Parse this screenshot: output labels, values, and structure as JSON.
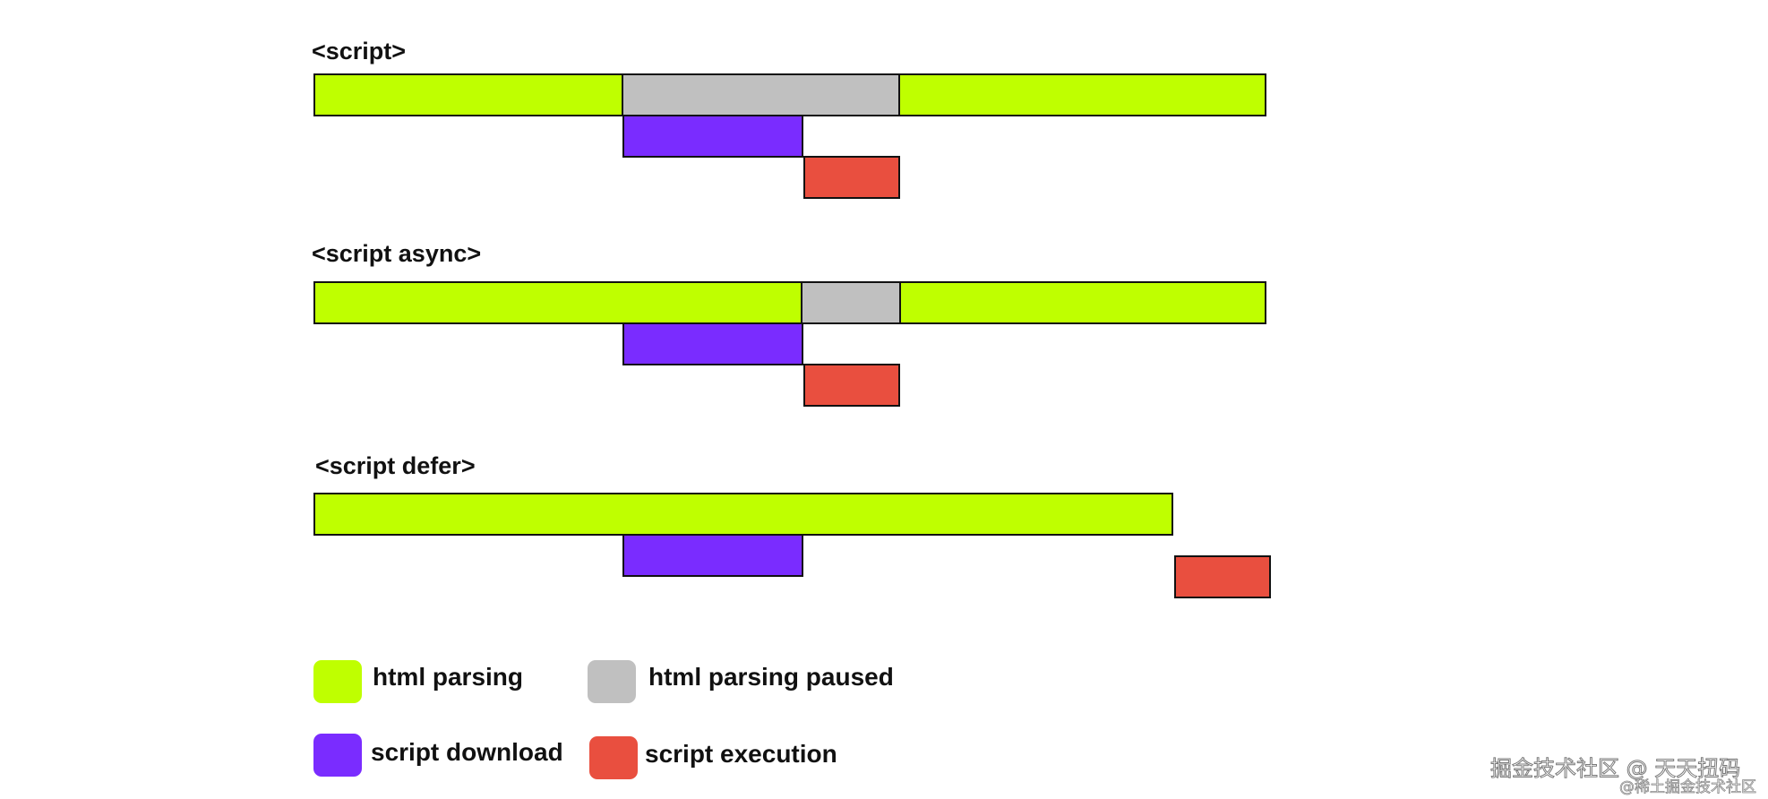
{
  "colors": {
    "html_parsing": "#bfff00",
    "html_parsing_paused": "#c0c0c0",
    "script_download": "#7a2cff",
    "script_execution": "#e94f3f",
    "border": "#111111"
  },
  "sections": [
    {
      "title": "<script>",
      "timeline": [
        {
          "kind": "html_parsing",
          "start": 0,
          "end": 344
        },
        {
          "kind": "html_parsing_paused",
          "start": 344,
          "end": 653
        },
        {
          "kind": "html_parsing",
          "start": 653,
          "end": 1062
        },
        {
          "kind": "script_download",
          "start": 345,
          "end": 545
        },
        {
          "kind": "script_execution",
          "start": 547,
          "end": 653
        }
      ]
    },
    {
      "title": "<script async>",
      "timeline": [
        {
          "kind": "html_parsing",
          "start": 0,
          "end": 544
        },
        {
          "kind": "html_parsing_paused",
          "start": 544,
          "end": 654
        },
        {
          "kind": "html_parsing",
          "start": 654,
          "end": 1062
        },
        {
          "kind": "script_download",
          "start": 345,
          "end": 545
        },
        {
          "kind": "script_execution",
          "start": 547,
          "end": 653
        }
      ]
    },
    {
      "title": "<script defer>",
      "timeline": [
        {
          "kind": "html_parsing",
          "start": 0,
          "end": 958
        },
        {
          "kind": "script_download",
          "start": 345,
          "end": 545
        },
        {
          "kind": "script_execution",
          "start": 961,
          "end": 1067
        }
      ]
    }
  ],
  "legend": [
    {
      "key": "html_parsing",
      "label": "html parsing"
    },
    {
      "key": "html_parsing_paused",
      "label": "html parsing paused"
    },
    {
      "key": "script_download",
      "label": "script download"
    },
    {
      "key": "script_execution",
      "label": "script execution"
    }
  ],
  "watermark": {
    "main": "掘金技术社区 @ 天天扭码",
    "sub": "@稀土掘金技术社区"
  }
}
